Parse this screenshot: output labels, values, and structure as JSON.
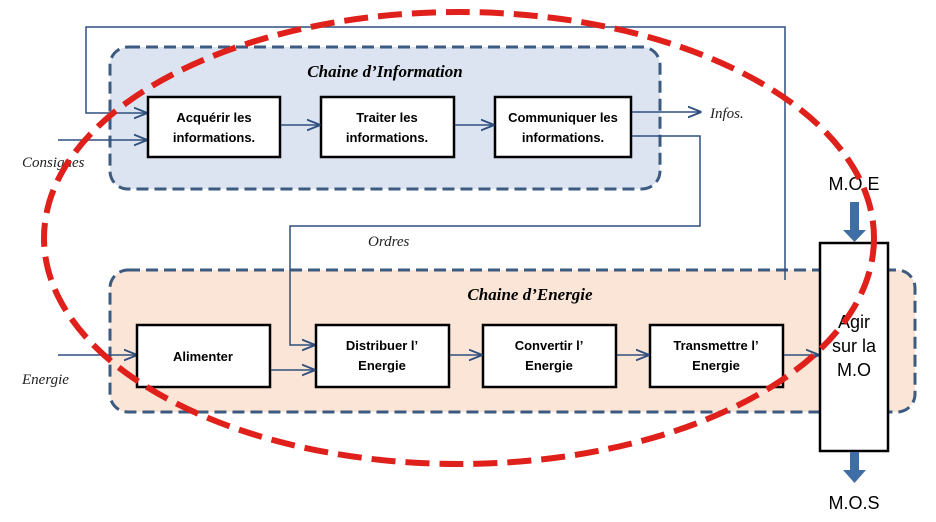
{
  "info_chain": {
    "title": "Chaine d’Information",
    "blocks": [
      {
        "line1": "Acquérir les",
        "line2": "informations."
      },
      {
        "line1": "Traiter les",
        "line2": "informations."
      },
      {
        "line1": "Communiquer  les",
        "line2": "informations."
      }
    ]
  },
  "energy_chain": {
    "title": "Chaine d’Energie",
    "blocks": [
      {
        "line1": "Alimenter",
        "line2": ""
      },
      {
        "line1": "Distribuer l’",
        "line2": "Energie"
      },
      {
        "line1": "Convertir l’",
        "line2": "Energie"
      },
      {
        "line1": "Transmettre l’",
        "line2": "Energie"
      }
    ]
  },
  "action_block": {
    "line1": "Agir",
    "line2": "sur la",
    "line3": "M.O"
  },
  "labels": {
    "consignes": "Consignes",
    "infos": "Infos.",
    "ordres": "Ordres",
    "energie": "Energie",
    "moe": "M.O.E",
    "mos": "M.O.S"
  },
  "colors": {
    "info_zone_fill": "#dbe4f0",
    "energy_zone_fill": "#fbe5d6",
    "zone_border": "#3d5a80",
    "arrow": "#2f4f7f",
    "highlight_ellipse": "#e0201b",
    "block_border": "#000000"
  }
}
